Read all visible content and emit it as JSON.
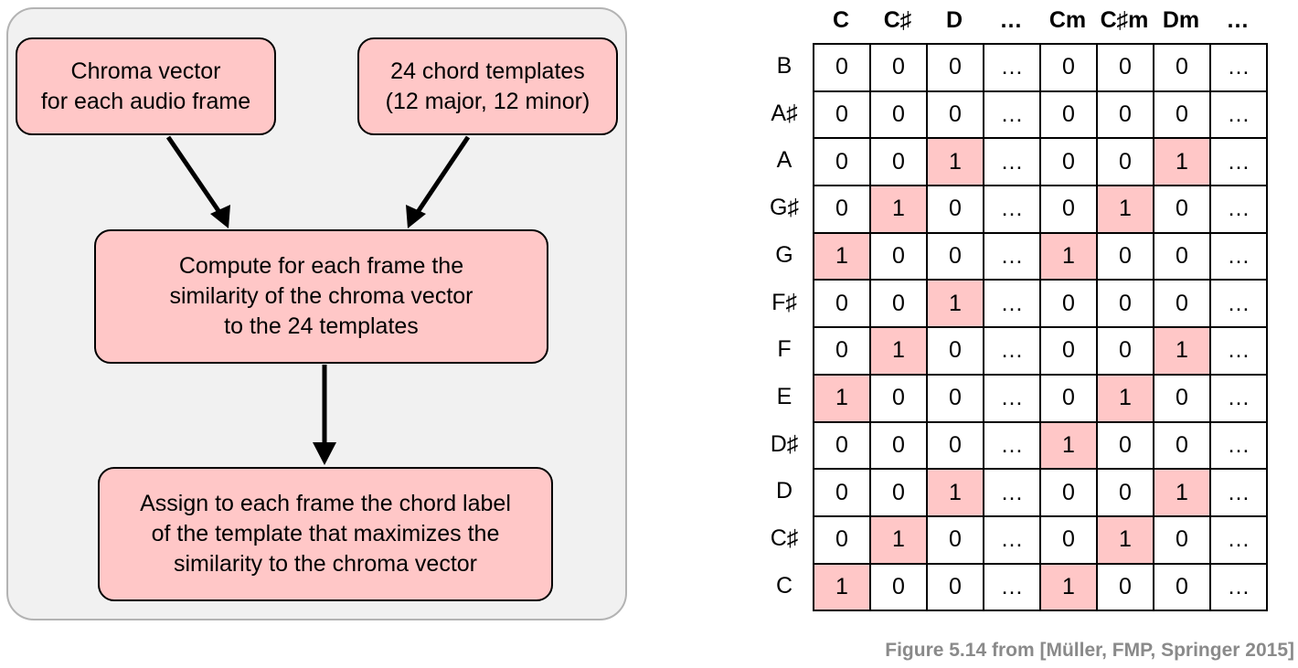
{
  "flowchart": {
    "boxes": [
      "Chroma vector\nfor each audio frame",
      "24 chord templates\n(12 major, 12 minor)",
      "Compute for each frame the\nsimilarity of the chroma vector\nto the 24 templates",
      "Assign to each frame the chord label\nof the template that maximizes the\nsimilarity to the chroma vector"
    ]
  },
  "table": {
    "columns": [
      "C",
      "C♯",
      "D",
      "…",
      "Cm",
      "C♯m",
      "Dm",
      "…"
    ],
    "rows": [
      {
        "label": "B",
        "cells": [
          "0",
          "0",
          "0",
          "…",
          "0",
          "0",
          "0",
          "…"
        ]
      },
      {
        "label": "A♯",
        "cells": [
          "0",
          "0",
          "0",
          "…",
          "0",
          "0",
          "0",
          "…"
        ]
      },
      {
        "label": "A",
        "cells": [
          "0",
          "0",
          "1",
          "…",
          "0",
          "0",
          "1",
          "…"
        ]
      },
      {
        "label": "G♯",
        "cells": [
          "0",
          "1",
          "0",
          "…",
          "0",
          "1",
          "0",
          "…"
        ]
      },
      {
        "label": "G",
        "cells": [
          "1",
          "0",
          "0",
          "…",
          "1",
          "0",
          "0",
          "…"
        ]
      },
      {
        "label": "F♯",
        "cells": [
          "0",
          "0",
          "1",
          "…",
          "0",
          "0",
          "0",
          "…"
        ]
      },
      {
        "label": "F",
        "cells": [
          "0",
          "1",
          "0",
          "…",
          "0",
          "0",
          "1",
          "…"
        ]
      },
      {
        "label": "E",
        "cells": [
          "1",
          "0",
          "0",
          "…",
          "0",
          "1",
          "0",
          "…"
        ]
      },
      {
        "label": "D♯",
        "cells": [
          "0",
          "0",
          "0",
          "…",
          "1",
          "0",
          "0",
          "…"
        ]
      },
      {
        "label": "D",
        "cells": [
          "0",
          "0",
          "1",
          "…",
          "0",
          "0",
          "1",
          "…"
        ]
      },
      {
        "label": "C♯",
        "cells": [
          "0",
          "1",
          "0",
          "…",
          "0",
          "1",
          "0",
          "…"
        ]
      },
      {
        "label": "C",
        "cells": [
          "1",
          "0",
          "0",
          "…",
          "1",
          "0",
          "0",
          "…"
        ]
      }
    ]
  },
  "caption": "Figure 5.14 from [Müller, FMP, Springer 2015]",
  "colors": {
    "box_fill": "#ffc7c7",
    "panel_fill": "#f1f1f1",
    "caption": "#8a8a8a"
  }
}
